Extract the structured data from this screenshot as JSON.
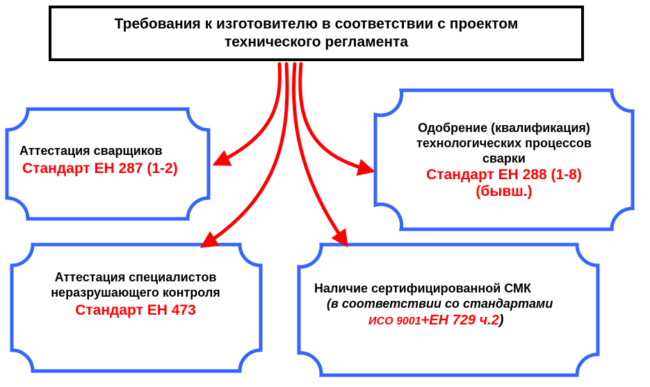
{
  "title": {
    "line1": "Требования к изготовителю в соответствии с проектом",
    "line2": "технического регламента"
  },
  "welders": {
    "label": "Аттестация сварщиков",
    "standard": "Стандарт ЕН 287 (1-2)"
  },
  "procedures": {
    "line1": "Одобрение (квалификация)",
    "line2": "технологических процессов",
    "line3": "сварки",
    "standard": "Стандарт ЕН 288 (1-8)",
    "note": "(бывш.)"
  },
  "ndt": {
    "line1": "Аттестация специалистов",
    "line2": "неразрушающего контроля",
    "standard": "Стандарт ЕН 473"
  },
  "qms": {
    "line1": "Наличие сертифицированной СМК",
    "line2": "(в соответствии со стандартами",
    "iso": "ИСО 9001",
    "en": "+ЕН 729 ч.2",
    "close": ")"
  },
  "colors": {
    "frame": "#3366ff",
    "arrow": "#ff0000",
    "accent_text": "#ff0000",
    "title_border": "#000000"
  }
}
